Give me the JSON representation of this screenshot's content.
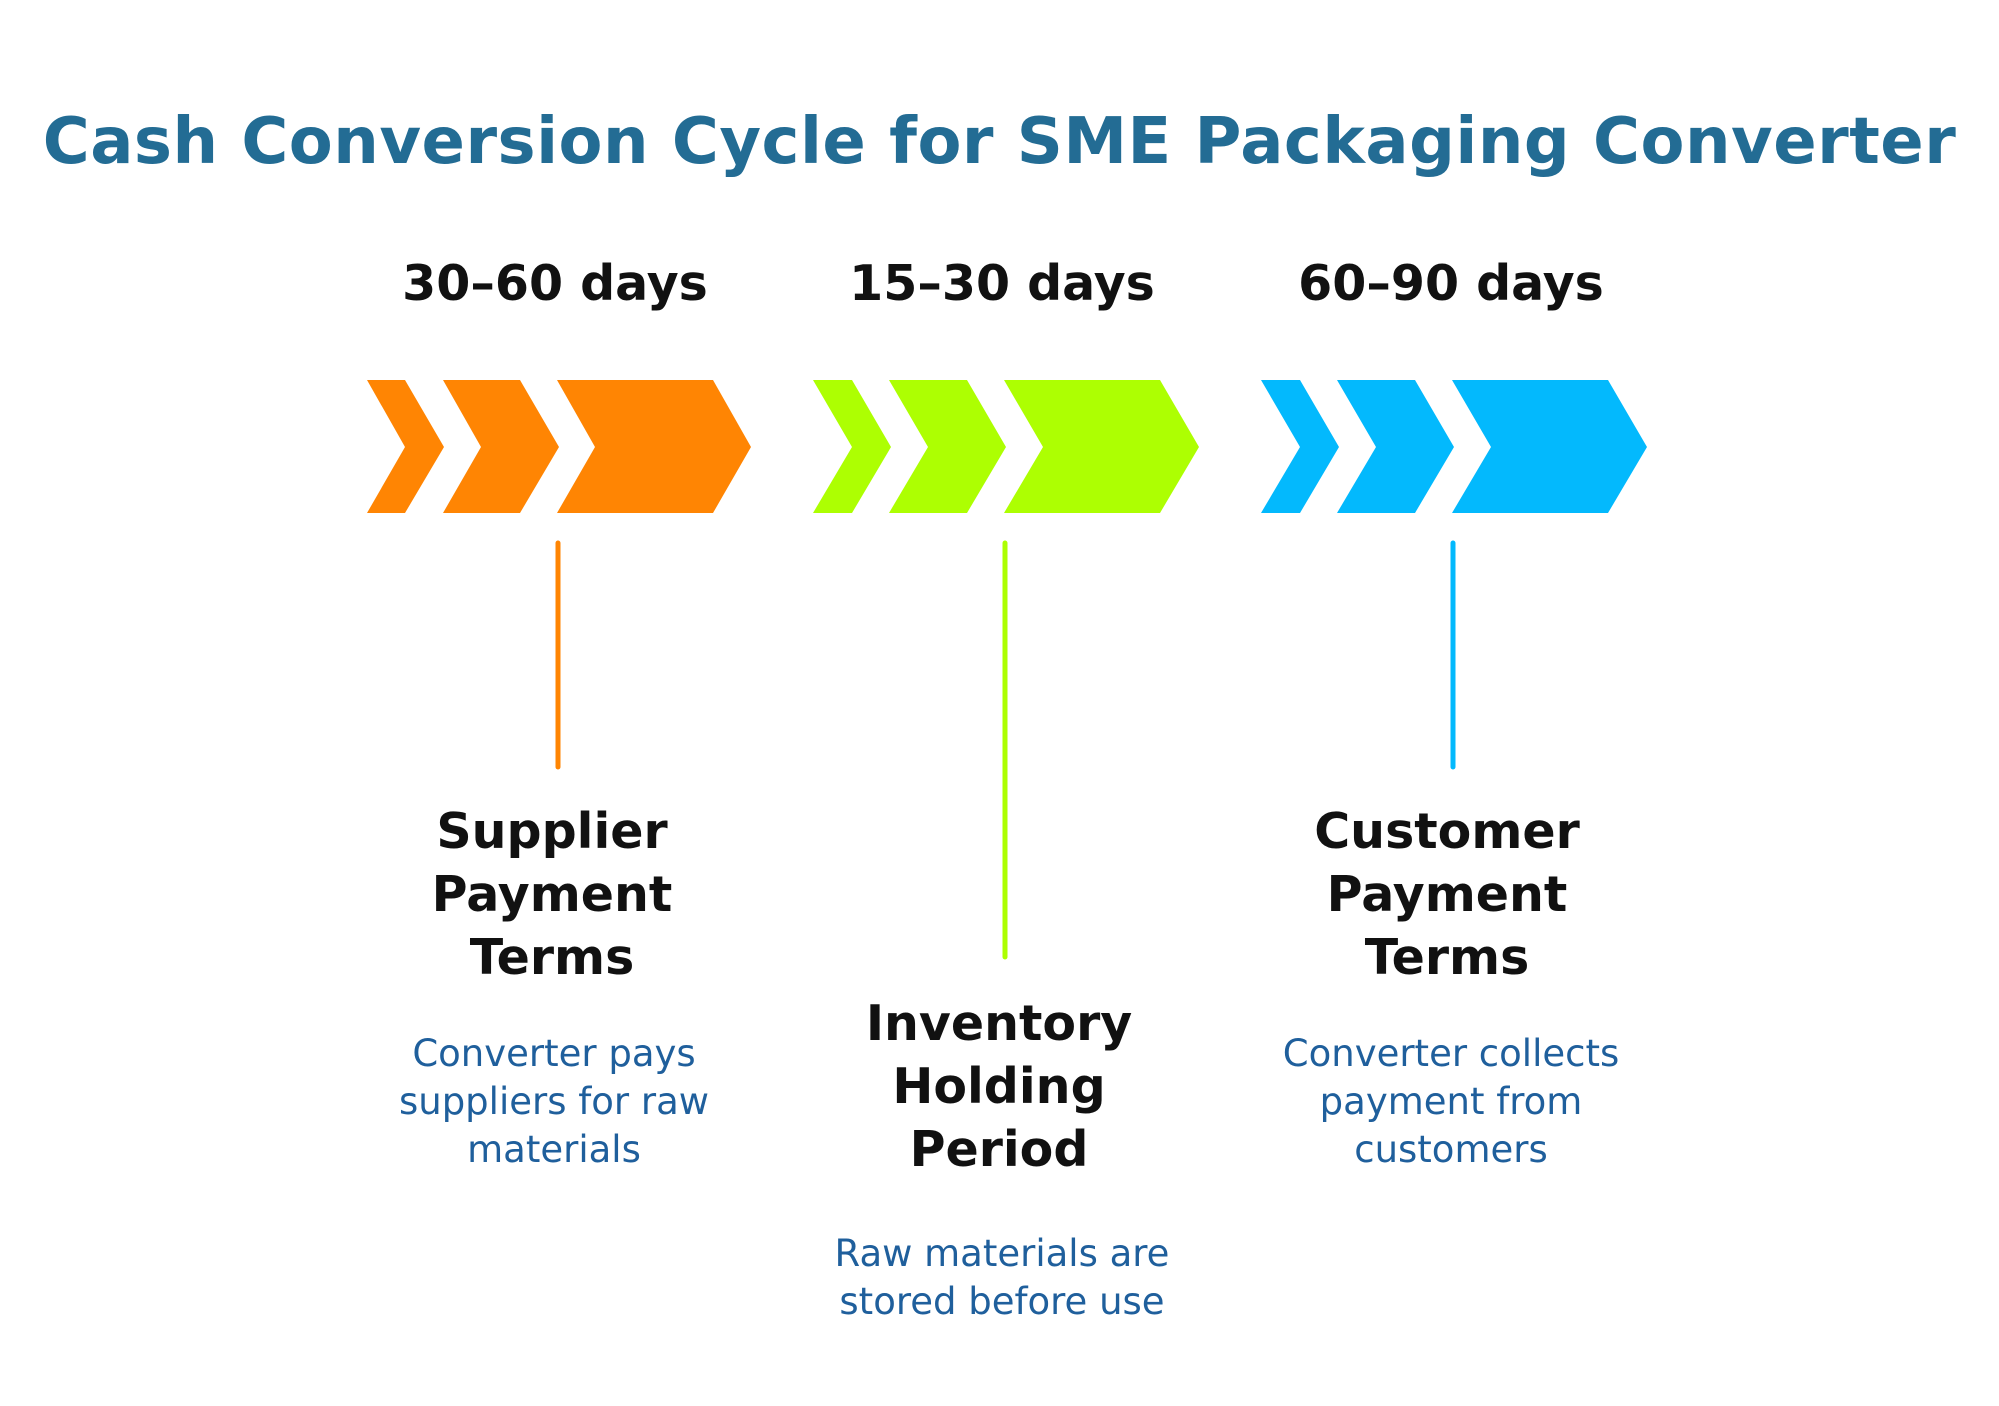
{
  "title": "Cash Conversion Cycle for SME Packaging Converter",
  "colors": {
    "title": "#236c94",
    "stage_names": "#111111",
    "descriptions": "#1f5f9c"
  },
  "stages": [
    {
      "duration": "30–60 days",
      "name_lines": [
        "Supplier",
        "Payment",
        "Terms"
      ],
      "desc_lines": [
        "Converter pays",
        "suppliers for raw",
        "materials"
      ],
      "color": "#ff8503",
      "icon": "chevron-arrow"
    },
    {
      "duration": "15–30 days",
      "name_lines": [
        "Inventory",
        "Holding",
        "Period"
      ],
      "desc_lines": [
        "Raw materials are",
        "stored before use"
      ],
      "color": "#adff02",
      "icon": "chevron-arrow"
    },
    {
      "duration": "60–90 days",
      "name_lines": [
        "Customer",
        "Payment",
        "Terms"
      ],
      "desc_lines": [
        "Converter collects",
        "payment from",
        "customers"
      ],
      "color": "#03b9fd",
      "icon": "chevron-arrow"
    }
  ]
}
